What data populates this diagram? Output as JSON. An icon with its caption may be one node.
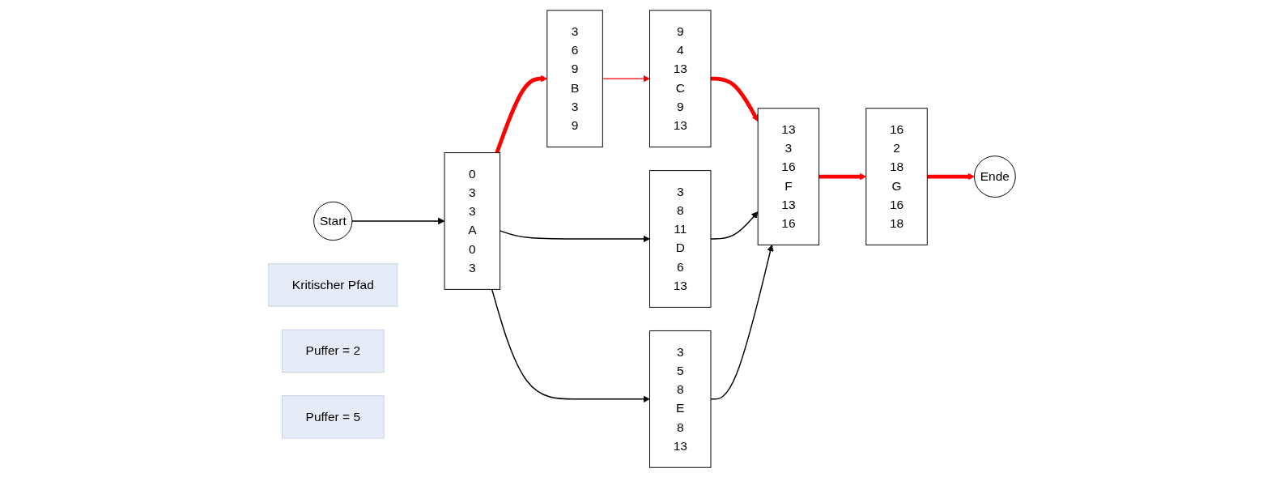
{
  "diagram": {
    "nodes": [
      {
        "text": [
          "Start"
        ]
      },
      {
        "text": [
          "0",
          "3",
          "3",
          "A",
          "0",
          "3"
        ]
      },
      {
        "text": [
          "3",
          "6",
          "9",
          "B",
          "3",
          "9"
        ]
      },
      {
        "text": [
          "9",
          "4",
          "13",
          "C",
          "9",
          "13"
        ]
      },
      {
        "text": [
          "3",
          "8",
          "11",
          "D",
          "6",
          "13"
        ]
      },
      {
        "text": [
          "3",
          "5",
          "8",
          "E",
          "8",
          "13"
        ]
      },
      {
        "text": [
          "13",
          "3",
          "16",
          "F",
          "13",
          "16"
        ]
      },
      {
        "text": [
          "16",
          "2",
          "18",
          "G",
          "16",
          "18"
        ]
      },
      {
        "text": [
          "Ende"
        ]
      },
      {
        "text": [
          "Kritischer Pfad"
        ]
      },
      {
        "text": [
          "Puffer = 2"
        ]
      },
      {
        "text": [
          "Puffer = 5"
        ]
      }
    ],
    "edges": [
      {
        "from": 0,
        "to": 1,
        "arrow": "to"
      },
      {
        "from": 1,
        "to": 2,
        "arrow": "to",
        "style": "thick",
        "color": "#ff0000"
      },
      {
        "from": 1,
        "to": 4,
        "arrow": "to"
      },
      {
        "from": 1,
        "to": 5,
        "arrow": "to"
      },
      {
        "from": 2,
        "to": 3,
        "arrow": "to",
        "color": "#ff0000"
      },
      {
        "from": 3,
        "to": 6,
        "arrow": "to",
        "style": "thick",
        "color": "#ff0000"
      },
      {
        "from": 4,
        "to": 6,
        "arrow": "to"
      },
      {
        "from": 5,
        "to": 6,
        "arrow": "to"
      },
      {
        "from": 6,
        "to": 7,
        "arrow": "to",
        "style": "thick",
        "color": "#ff0000"
      },
      {
        "from": 7,
        "to": 8,
        "arrow": "to",
        "style": "thick",
        "color": "#ff0000"
      }
    ]
  }
}
